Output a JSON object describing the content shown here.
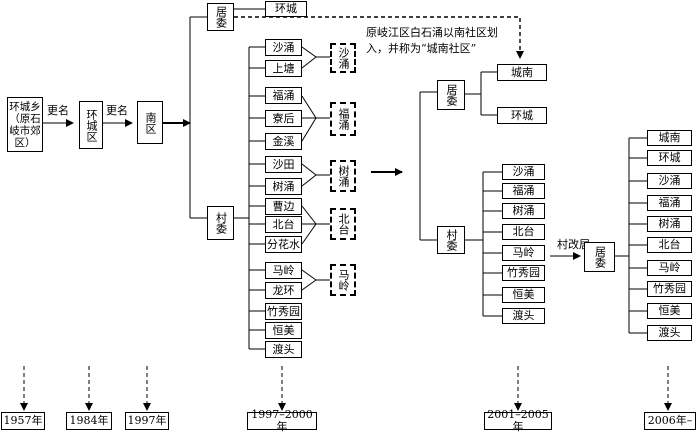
{
  "origin": {
    "township": "环城乡（原石岐市郊区）",
    "rename_1": "更名",
    "district_1984": "环城区",
    "rename_2": "更名",
    "district_1997": "南区"
  },
  "juwei_1997": {
    "label": "居委",
    "community": "环城"
  },
  "cunwei_1997": {
    "label": "村委",
    "villages": [
      "沙涌",
      "上塘",
      "福涌",
      "寮后",
      "金溪",
      "沙田",
      "树涌",
      "曹边",
      "北台",
      "分花水",
      "马岭",
      "龙环",
      "竹秀园",
      "恒美",
      "渡头"
    ],
    "merged": [
      "沙涌",
      "福涌",
      "树涌",
      "北台",
      "马岭"
    ]
  },
  "annotation": "原岐江区白石涌以南社区划入，并称为“城南社区”",
  "period_2001": {
    "juwei_label": "居委",
    "communities": [
      "城南",
      "环城"
    ],
    "cunwei_label": "村委",
    "villages": [
      "沙涌",
      "福涌",
      "树涌",
      "北台",
      "马岭",
      "竹秀园",
      "恒美",
      "渡头"
    ],
    "transition": "村改居"
  },
  "period_2006": {
    "juwei_label": "居委",
    "communities": [
      "城南",
      "环城",
      "沙涌",
      "福涌",
      "树涌",
      "北台",
      "马岭",
      "竹秀园",
      "恒美",
      "渡头"
    ]
  },
  "timeline": [
    "1957年",
    "1984年",
    "1997年",
    "1997–2000年",
    "2001–2005年",
    "2006年–"
  ]
}
